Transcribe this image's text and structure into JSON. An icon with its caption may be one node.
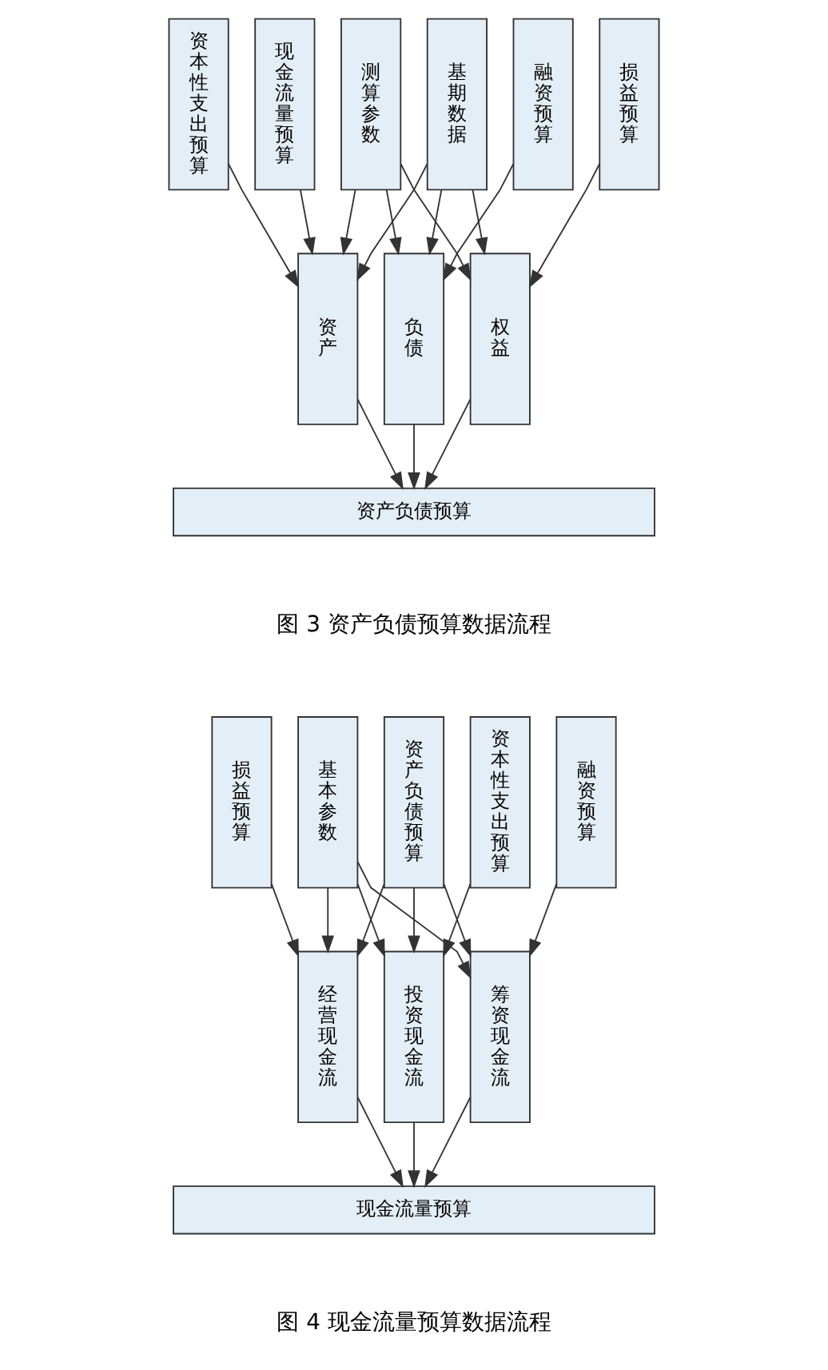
{
  "diagram": {
    "nodes": [
      {
        "text": [
          "资本性支出预算"
        ]
      },
      {
        "text": [
          "现金流量预算"
        ]
      },
      {
        "text": [
          "测算参数"
        ]
      },
      {
        "text": [
          "基期数据"
        ]
      },
      {
        "text": [
          "融资预算"
        ]
      },
      {
        "text": [
          "损益预算"
        ]
      },
      {
        "text": [
          "资产"
        ]
      },
      {
        "text": [
          "负债"
        ]
      },
      {
        "text": [
          "权益"
        ]
      },
      {
        "text": [
          "资产负债预算"
        ]
      },
      {
        "text": [
          "损益预算"
        ]
      },
      {
        "text": [
          "基本参数"
        ]
      },
      {
        "text": [
          "资产负债预算"
        ]
      },
      {
        "text": [
          "资本性支出预算"
        ]
      },
      {
        "text": [
          "融资预算"
        ]
      },
      {
        "text": [
          "经营现金流"
        ]
      },
      {
        "text": [
          "投资现金流"
        ]
      },
      {
        "text": [
          "筹资现金流"
        ]
      },
      {
        "text": [
          "现金流量预算"
        ]
      }
    ],
    "edges": [
      {
        "from": 0,
        "to": 6,
        "arrow": "to"
      },
      {
        "from": 1,
        "to": 6,
        "arrow": "to"
      },
      {
        "from": 2,
        "to": 6,
        "arrow": "to"
      },
      {
        "from": 3,
        "to": 6,
        "arrow": "to"
      },
      {
        "from": 2,
        "to": 7,
        "arrow": "to"
      },
      {
        "from": 3,
        "to": 7,
        "arrow": "to"
      },
      {
        "from": 4,
        "to": 7,
        "arrow": "to"
      },
      {
        "from": 2,
        "to": 8,
        "arrow": "to"
      },
      {
        "from": 3,
        "to": 8,
        "arrow": "to"
      },
      {
        "from": 5,
        "to": 8,
        "arrow": "to"
      },
      {
        "from": 6,
        "to": 9,
        "arrow": "to"
      },
      {
        "from": 7,
        "to": 9,
        "arrow": "to"
      },
      {
        "from": 8,
        "to": 9,
        "arrow": "to"
      },
      {
        "from": 10,
        "to": 15,
        "arrow": "to"
      },
      {
        "from": 11,
        "to": 15,
        "arrow": "to"
      },
      {
        "from": 12,
        "to": 15,
        "arrow": "to"
      },
      {
        "from": 11,
        "to": 16,
        "arrow": "to"
      },
      {
        "from": 12,
        "to": 16,
        "arrow": "to"
      },
      {
        "from": 13,
        "to": 16,
        "arrow": "to"
      },
      {
        "from": 11,
        "to": 17,
        "arrow": "to"
      },
      {
        "from": 12,
        "to": 17,
        "arrow": "to"
      },
      {
        "from": 14,
        "to": 17,
        "arrow": "to"
      },
      {
        "from": 15,
        "to": 18,
        "arrow": "to"
      },
      {
        "from": 16,
        "to": 18,
        "arrow": "to"
      },
      {
        "from": 17,
        "to": 18,
        "arrow": "to"
      }
    ],
    "labels": [
      "图 3 资产负债预算数据流程",
      "图 4 现金流量预算数据流程"
    ]
  }
}
